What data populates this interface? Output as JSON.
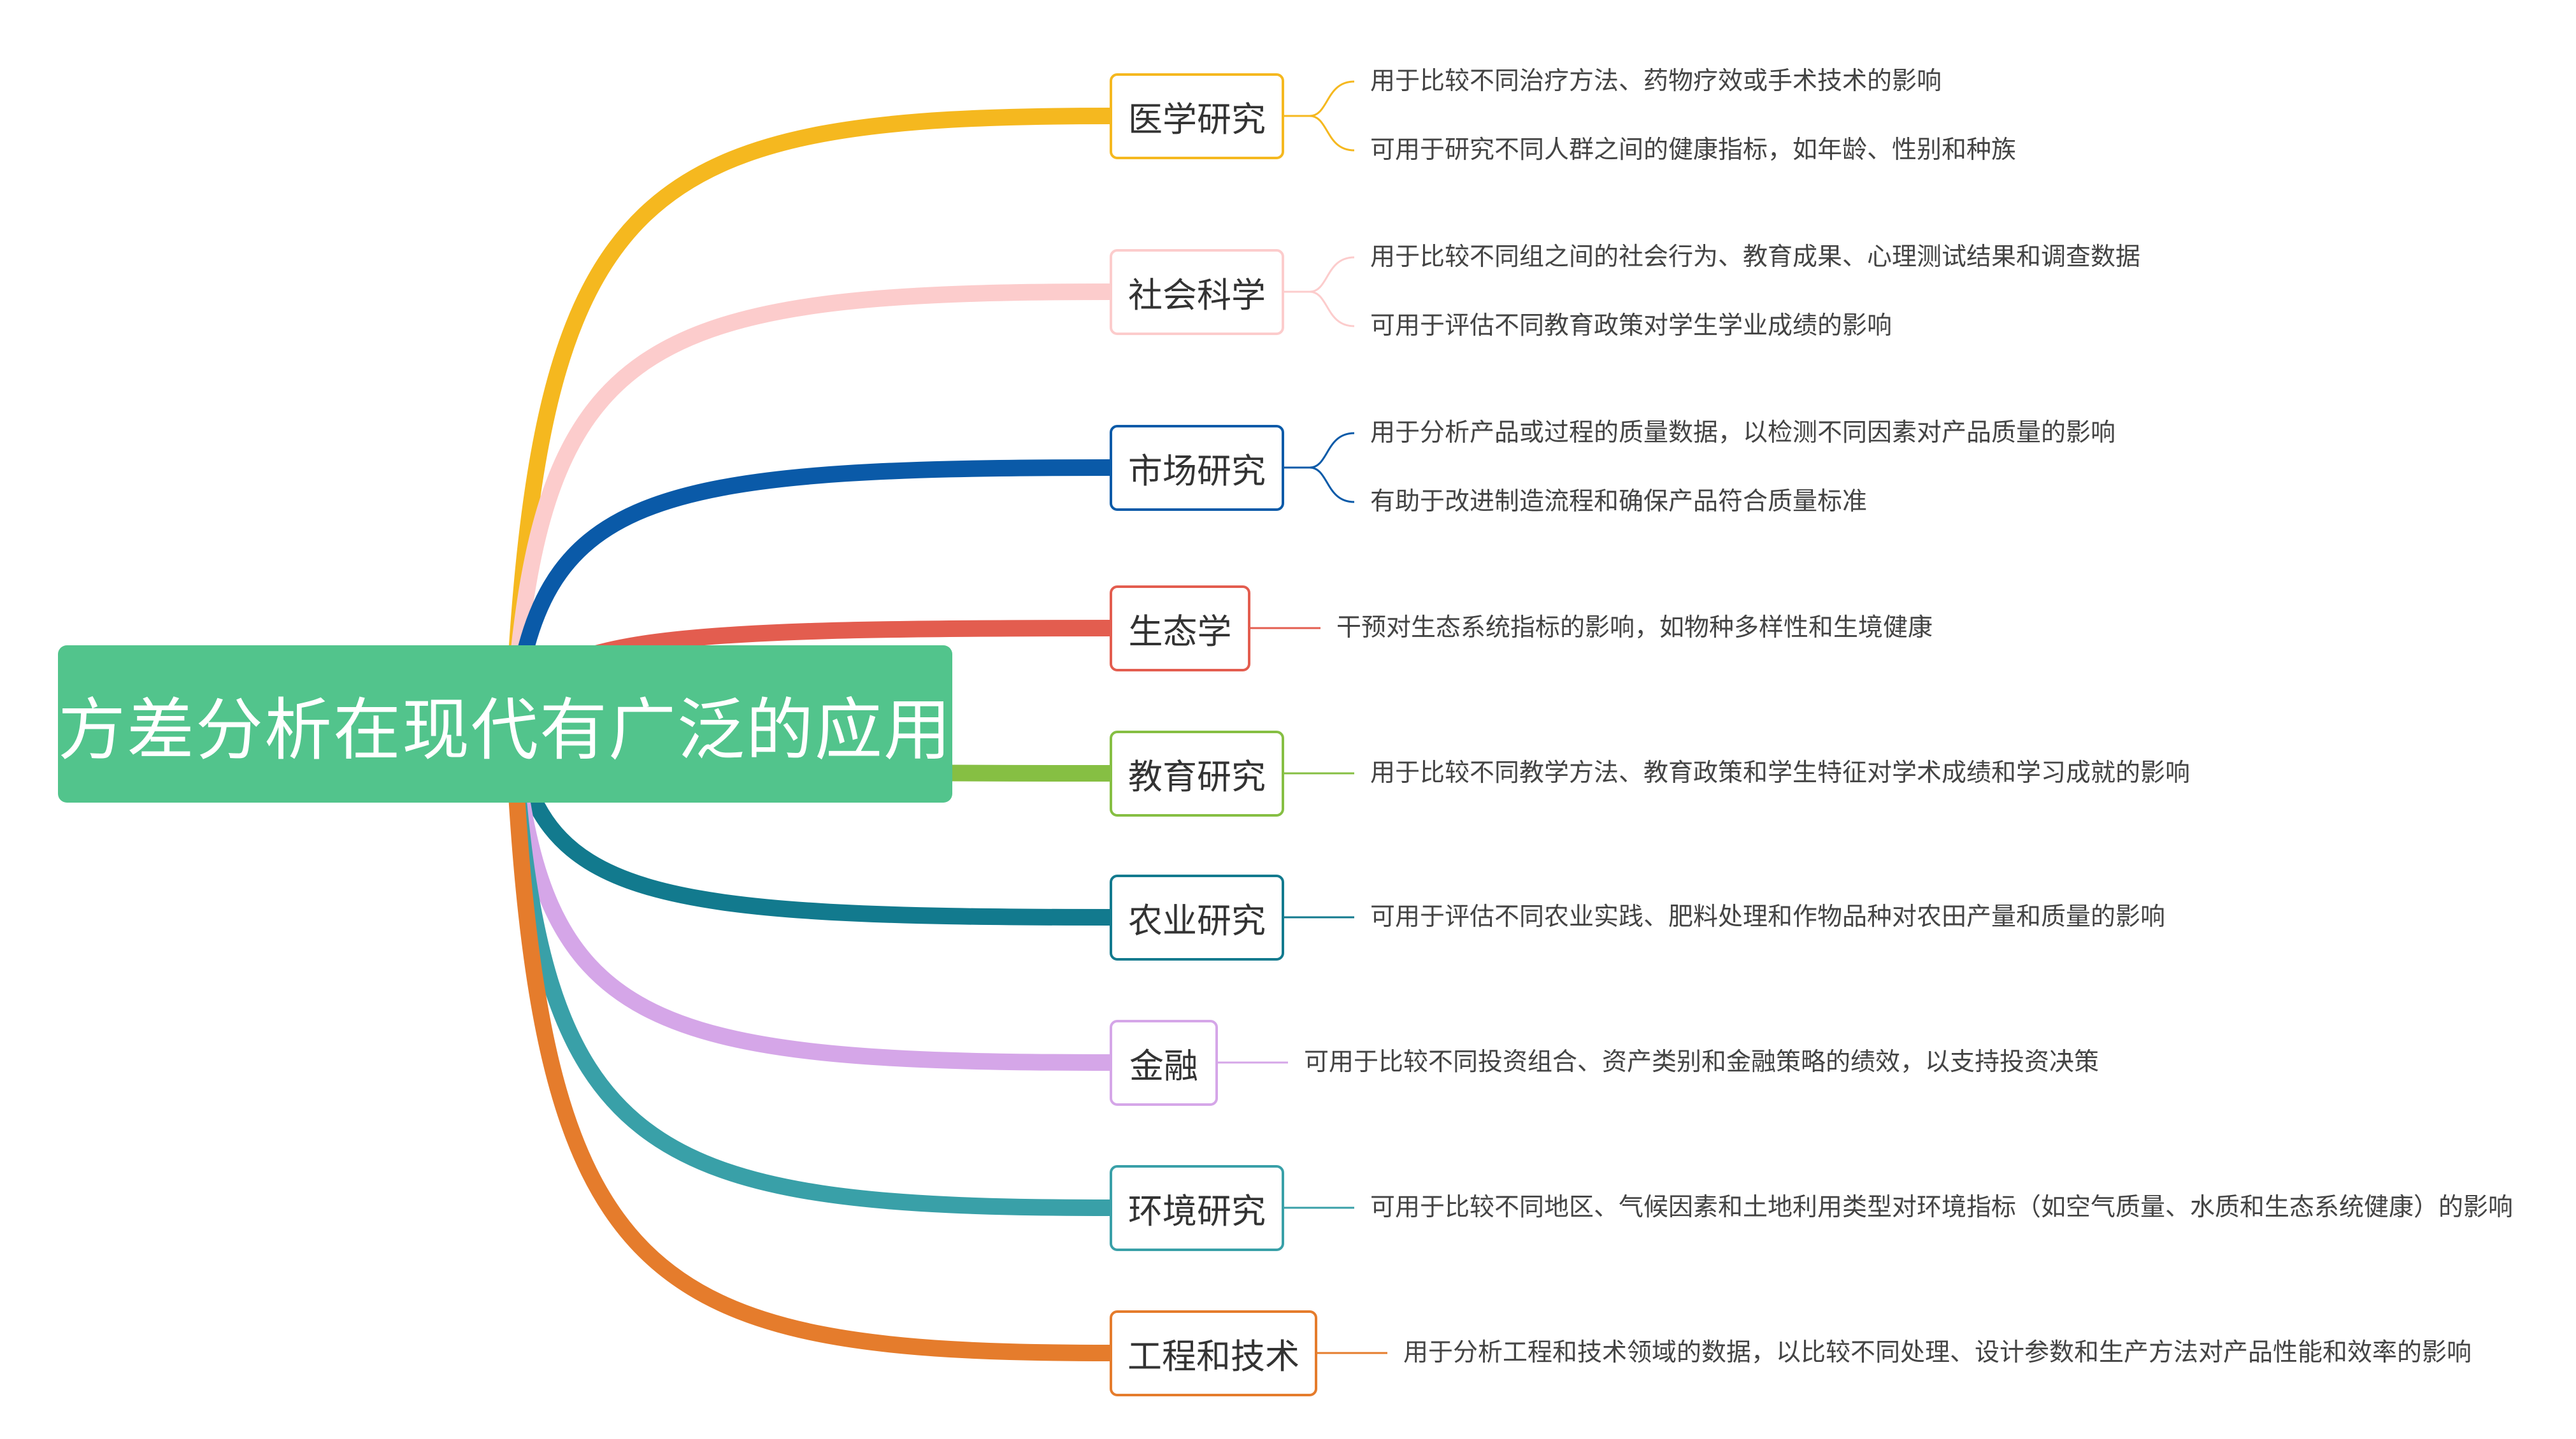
{
  "root": {
    "label": "方差分析在现代有广泛的应用",
    "color": "#52c48c"
  },
  "branches": [
    {
      "label": "医学研究",
      "color": "#f5b81f",
      "leaves": [
        "用于比较不同治疗方法、药物疗效或手术技术的影响",
        "可用于研究不同人群之间的健康指标，如年龄、性别和种族"
      ]
    },
    {
      "label": "社会科学",
      "color": "#fccccc",
      "leaves": [
        "用于比较不同组之间的社会行为、教育成果、心理测试结果和调查数据",
        "可用于评估不同教育政策对学生学业成绩的影响"
      ]
    },
    {
      "label": "市场研究",
      "color": "#0a5aa8",
      "leaves": [
        "用于分析产品或过程的质量数据，以检测不同因素对产品质量的影响",
        "有助于改进制造流程和确保产品符合质量标准"
      ]
    },
    {
      "label": "生态学",
      "color": "#e35d4f",
      "leaves": [
        "干预对生态系统指标的影响，如物种多样性和生境健康"
      ]
    },
    {
      "label": "教育研究",
      "color": "#86bf43",
      "leaves": [
        "用于比较不同教学方法、教育政策和学生特征对学术成绩和学习成就的影响"
      ]
    },
    {
      "label": "农业研究",
      "color": "#127a8e",
      "leaves": [
        "可用于评估不同农业实践、肥料处理和作物品种对农田产量和质量的影响"
      ]
    },
    {
      "label": "金融",
      "color": "#d5a6e8",
      "leaves": [
        "可用于比较不同投资组合、资产类别和金融策略的绩效，以支持投资决策"
      ]
    },
    {
      "label": "环境研究",
      "color": "#39a0a8",
      "leaves": [
        "可用于比较不同地区、气候因素和土地利用类型对环境指标（如空气质量、水质和生态系统健康）的影响"
      ]
    },
    {
      "label": "工程和技术",
      "color": "#e57c2c",
      "leaves": [
        "用于分析工程和技术领域的数据，以比较不同处理、设计参数和生产方法对产品性能和效率的影响"
      ]
    }
  ]
}
